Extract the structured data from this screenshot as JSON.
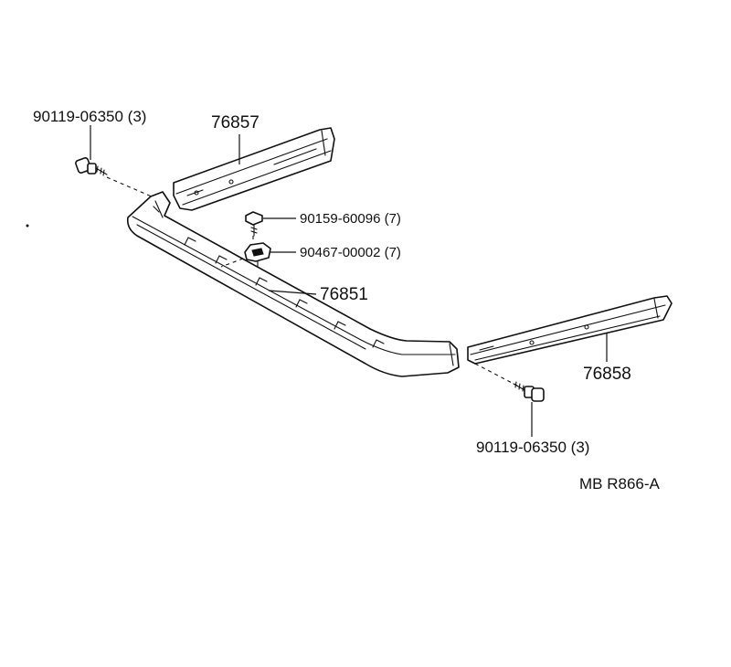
{
  "diagram": {
    "parts": [
      {
        "key": "retainer_rh",
        "number": "76857"
      },
      {
        "key": "molding",
        "number": "76851"
      },
      {
        "key": "retainer_lh",
        "number": "76858"
      }
    ],
    "fasteners": [
      {
        "key": "screw_upper",
        "number": "90119-06350 (3)"
      },
      {
        "key": "screw_lower",
        "number": "90119-06350 (3)"
      },
      {
        "key": "bolt",
        "number": "90159-60096 (7)"
      },
      {
        "key": "clip",
        "number": "90467-00002 (7)"
      }
    ],
    "reference_code": "MB R866-A"
  },
  "colors": {
    "line": "#111111",
    "background": "#ffffff"
  }
}
